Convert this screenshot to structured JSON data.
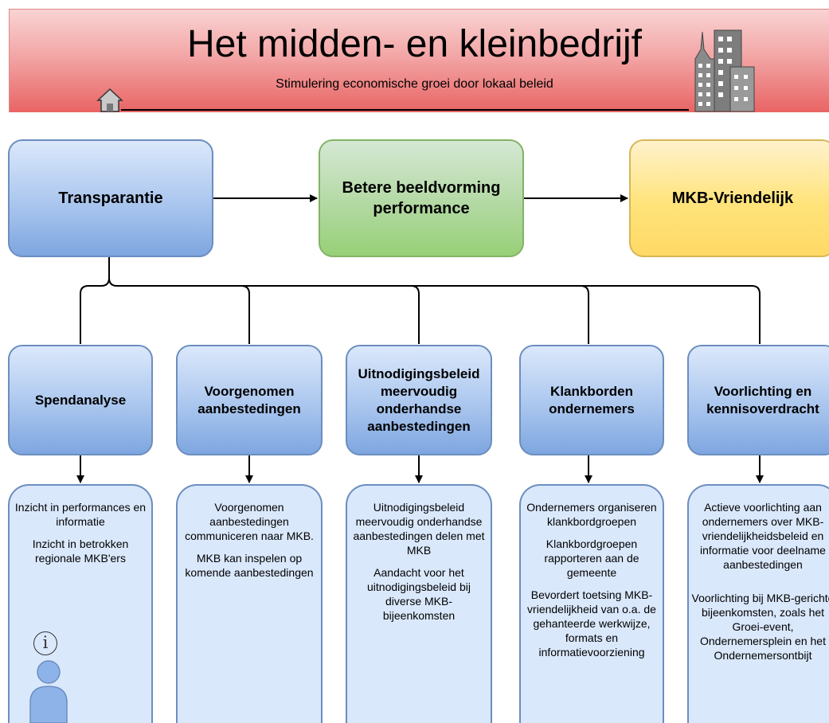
{
  "banner": {
    "title": "Het midden- en kleinbedrijf",
    "subtitle": "Stimulering economische groei door lokaal beleid",
    "icons": [
      "house-icon",
      "city-buildings-icon"
    ]
  },
  "top_row": [
    {
      "label": "Transparantie",
      "color": "#7ea6e0"
    },
    {
      "label": "Betere beeldvorming performance",
      "color": "#97d077"
    },
    {
      "label": "MKB-Vriendelijk",
      "color": "#ffd966"
    }
  ],
  "pillars": [
    {
      "label": "Spendanalyse",
      "details": [
        "Inzicht in performances en informatie",
        "Inzicht in betrokken regionale MKB'ers"
      ]
    },
    {
      "label": "Voorgenomen aanbestedingen",
      "details": [
        "Voorgenomen aanbestedingen communiceren naar MKB.",
        "MKB kan inspelen op komende aanbestedingen"
      ]
    },
    {
      "label": "Uitnodigingsbeleid meervoudig onderhandse aanbestedingen",
      "details": [
        "Uitnodigingsbeleid meervoudig onderhandse aanbestedingen delen met MKB",
        "Aandacht voor het uitnodigingsbeleid bij diverse MKB-bijeenkomsten"
      ]
    },
    {
      "label": "Klankborden ondernemers",
      "details": [
        "Ondernemers organiseren klankbordgroepen",
        "Klankbordgroepen rapporteren aan de gemeente",
        "Bevordert toetsing  MKB-vriendelijkheid van o.a. de gehanteerde werkwijze, formats en informatievoorziening"
      ]
    },
    {
      "label": "Voorlichting en kennisoverdracht",
      "details": [
        "Actieve voorlichting aan ondernemers over MKB-vriendelijkheidsbeleid en informatie voor deelname aanbestedingen",
        "Voorlichting bij MKB-gerichte bijeenkomsten, zoals het Groei-event, Ondernemersplein en het Ondernemersontbijt"
      ]
    }
  ],
  "decorations": {
    "info_icon_glyph": "i",
    "person_icon": "person-icon"
  },
  "colors": {
    "banner": "#ea6b66",
    "blue_fill": "#dae8fc",
    "blue_stroke": "#6c8ebf",
    "green_stroke": "#82b366",
    "yellow_stroke": "#d6b656"
  }
}
